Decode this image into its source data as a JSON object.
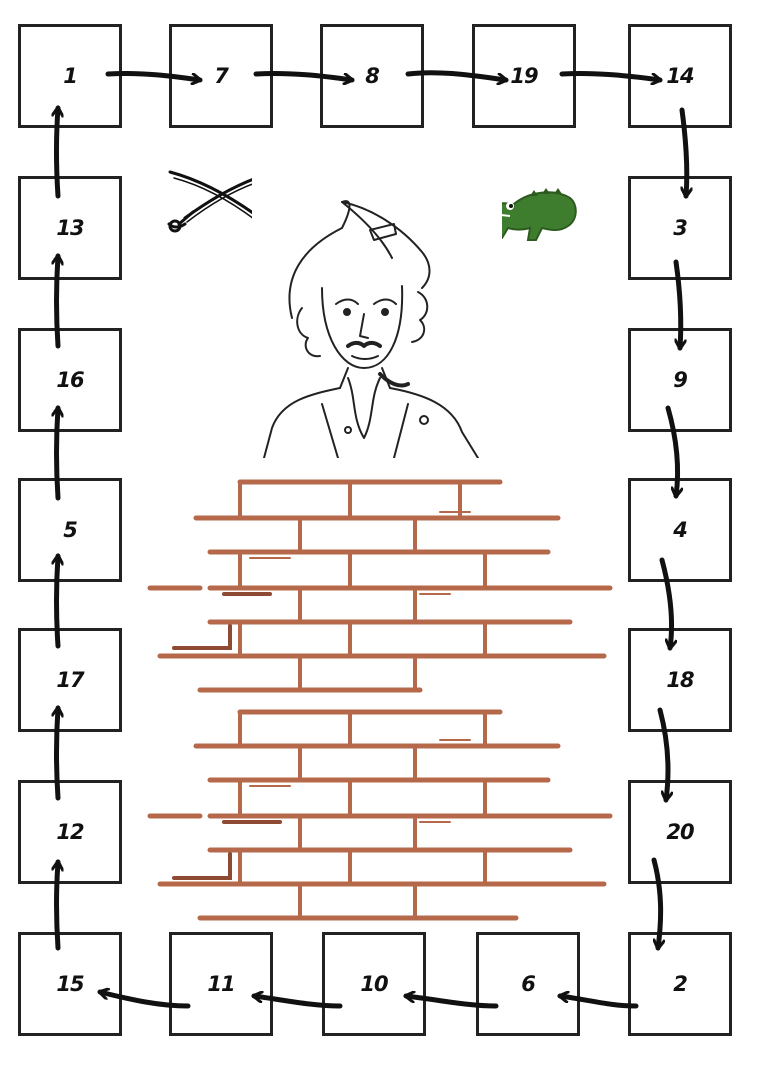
{
  "board": {
    "cells": [
      {
        "id": "c-top-1",
        "label": "1"
      },
      {
        "id": "c-top-2",
        "label": "7"
      },
      {
        "id": "c-top-3",
        "label": "8"
      },
      {
        "id": "c-top-4",
        "label": "19"
      },
      {
        "id": "c-top-5",
        "label": "14"
      },
      {
        "id": "c-right-1",
        "label": "3"
      },
      {
        "id": "c-right-2",
        "label": "9"
      },
      {
        "id": "c-right-3",
        "label": "4"
      },
      {
        "id": "c-right-4",
        "label": "18"
      },
      {
        "id": "c-right-5",
        "label": "20"
      },
      {
        "id": "c-bot-5",
        "label": "2"
      },
      {
        "id": "c-bot-4",
        "label": "6"
      },
      {
        "id": "c-bot-3",
        "label": "10"
      },
      {
        "id": "c-bot-2",
        "label": "11"
      },
      {
        "id": "c-bot-1",
        "label": "15"
      },
      {
        "id": "c-left-5",
        "label": "12"
      },
      {
        "id": "c-left-4",
        "label": "17"
      },
      {
        "id": "c-left-3",
        "label": "5"
      },
      {
        "id": "c-left-2",
        "label": "16"
      },
      {
        "id": "c-left-1",
        "label": "13"
      }
    ]
  },
  "colors": {
    "ink": "#111111",
    "brick": "#b5694a",
    "brick_dark": "#8e4a32",
    "croc": "#3f7d2e",
    "croc_dark": "#2c5a1f"
  },
  "icons": [
    "crossed-swords-icon",
    "crocodile-icon",
    "pirate-portrait",
    "brick-wall"
  ]
}
